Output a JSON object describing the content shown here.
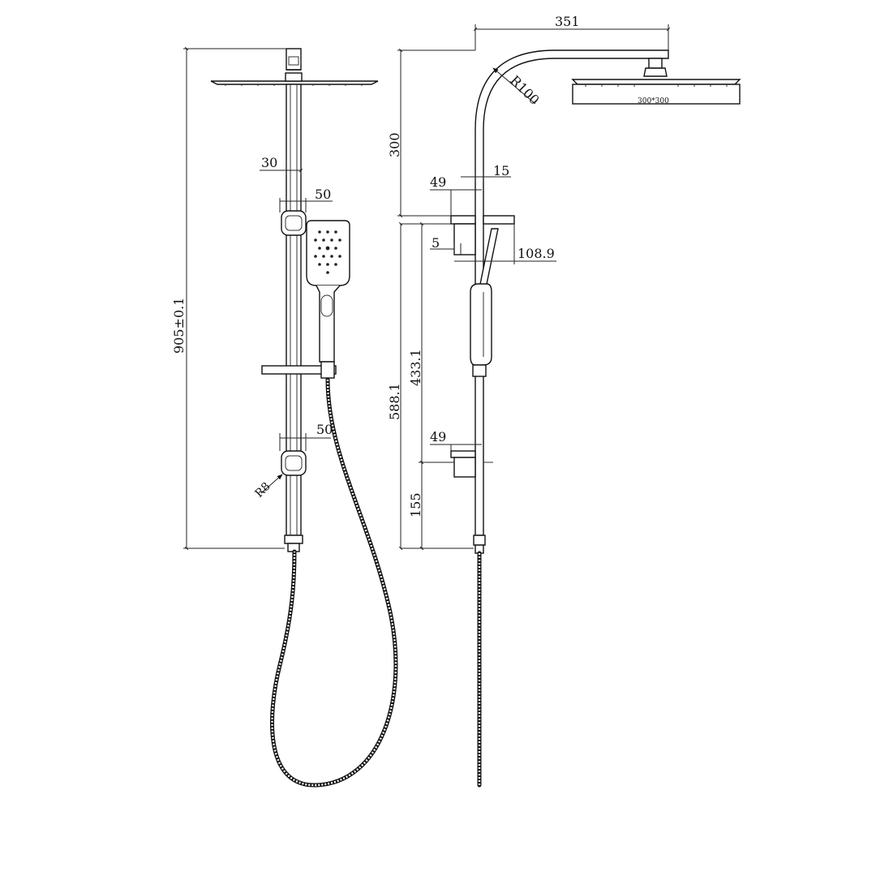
{
  "front_view": {
    "dim_total_height": "905±0.1",
    "dim_rail_width": "30",
    "dim_upper_bracket": "50",
    "dim_lower_bracket": "50",
    "dim_bracket_radius": "R8"
  },
  "side_view": {
    "dim_arm_reach": "351",
    "dim_arm_height": "300",
    "dim_bend_radius": "R100",
    "dim_head_size": "300*300",
    "dim_rail_offset": "15",
    "dim_upper_bracket_depth": "49",
    "dim_holder_lip": "5",
    "dim_holder_depth": "108.9",
    "dim_bracket_to_bottom": "588.1",
    "dim_holder_to_lower_bracket": "433.1",
    "dim_lower_bracket_depth": "49",
    "dim_lower_bracket_height": "155"
  },
  "colors": {
    "line": "#111111",
    "background": "#ffffff"
  }
}
